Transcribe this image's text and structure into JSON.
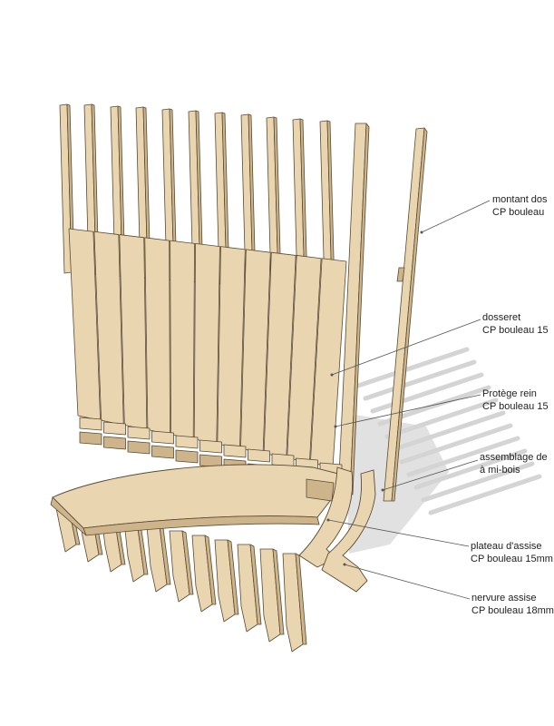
{
  "colors": {
    "wood": "#E9D6B0",
    "wood_dark": "#CDB48A",
    "edge": "#5a4a35",
    "shadow": "#d4d4d4",
    "leader": "#555555"
  },
  "labels": [
    {
      "id": "montant",
      "line1": "montant dos",
      "line2": "CP bouleau"
    },
    {
      "id": "dosseret",
      "line1": "dosseret",
      "line2": "CP bouleau 15"
    },
    {
      "id": "protege",
      "line1": "Protège rein",
      "line2": "CP bouleau 15"
    },
    {
      "id": "assemblage",
      "line1": "assemblage de",
      "line2": "à mi-bois"
    },
    {
      "id": "plateau",
      "line1": "plateau d'assise",
      "line2": "CP bouleau 15mm"
    },
    {
      "id": "nervure",
      "line1": "nervure assise",
      "line2": "CP bouleau 18mm"
    }
  ]
}
